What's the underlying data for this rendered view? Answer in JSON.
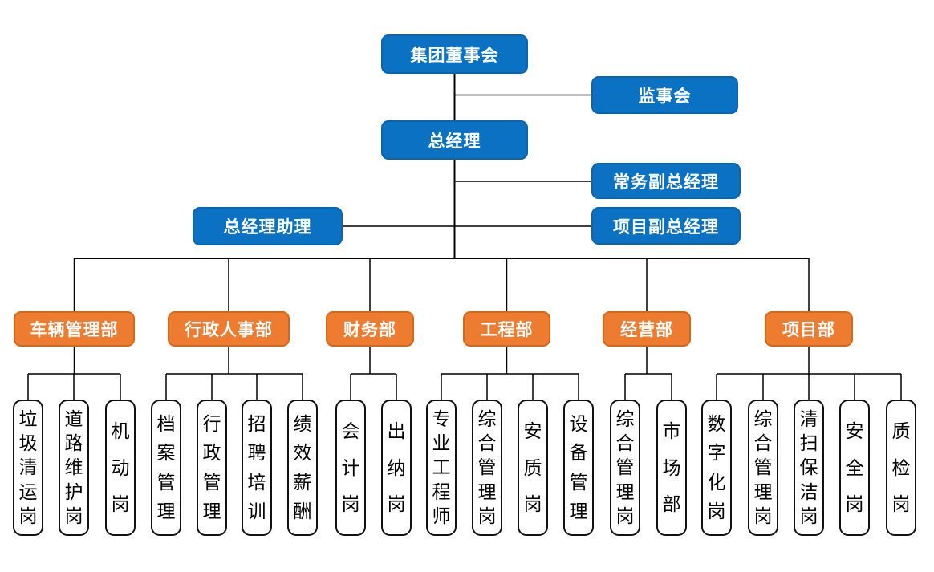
{
  "diagram": {
    "type": "org-chart",
    "colors": {
      "node_blue": "#0A71C3",
      "node_blue_border": "#0A65AE",
      "dept_orange": "#ED7C31",
      "dept_orange_border": "#D4681A",
      "position_box_bg": "#FFFFFF",
      "position_box_border": "#111111",
      "connector": "#000000"
    }
  },
  "nodes": {
    "board": {
      "label": "集团董事会"
    },
    "supervisory_board": {
      "label": "监事会"
    },
    "general_manager": {
      "label": "总经理"
    },
    "executive_deputy_gm": {
      "label": "常务副总经理"
    },
    "gm_assistant": {
      "label": "总经理助理"
    },
    "project_deputy_gm": {
      "label": "项目副总经理"
    }
  },
  "departments": [
    {
      "label": "车辆管理部",
      "children": [
        "垃圾清运岗",
        "道路维护岗",
        "机动岗"
      ]
    },
    {
      "label": "行政人事部",
      "children": [
        "档案管理",
        "行政管理",
        "招聘培训",
        "绩效薪酬"
      ]
    },
    {
      "label": "财务部",
      "children": [
        "会计岗",
        "出纳岗"
      ]
    },
    {
      "label": "工程部",
      "children": [
        "专业工程师",
        "综合管理岗",
        "安质岗",
        "设备管理"
      ]
    },
    {
      "label": "经营部",
      "children": [
        "综合管理岗",
        "市场部"
      ]
    },
    {
      "label": "项目部",
      "children": [
        "数字化岗",
        "综合管理岗",
        "清扫保洁岗",
        "安全岗",
        "质检岗"
      ]
    }
  ]
}
